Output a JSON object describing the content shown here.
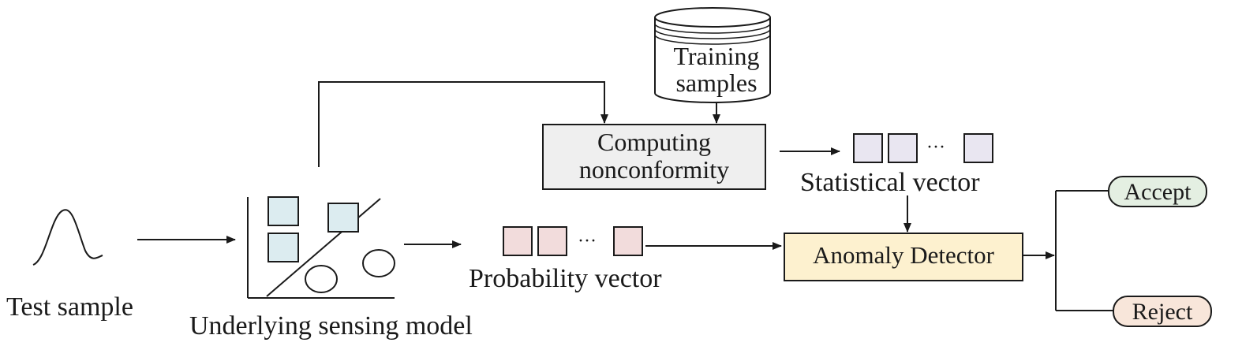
{
  "labels": {
    "test_sample": "Test sample",
    "underlying_model": "Underlying sensing model",
    "probability_vector": "Probability vector",
    "statistical_vector": "Statistical vector",
    "training_line1": "Training",
    "training_line2": "samples",
    "computing_line1": "Computing",
    "computing_line2": "nonconformity",
    "anomaly_detector": "Anomaly Detector",
    "accept": "Accept",
    "reject": "Reject",
    "ellipsis": "···"
  },
  "colors": {
    "stroke": "#1a1a1a",
    "light_blue": "#dcecf0",
    "pink": "#f2dcdc",
    "lavender": "#e9e6f1",
    "compute_fill": "#efefef",
    "detector_fill": "#fdf1cf",
    "accept_fill": "#e4efe2",
    "reject_fill": "#f8e6da"
  }
}
